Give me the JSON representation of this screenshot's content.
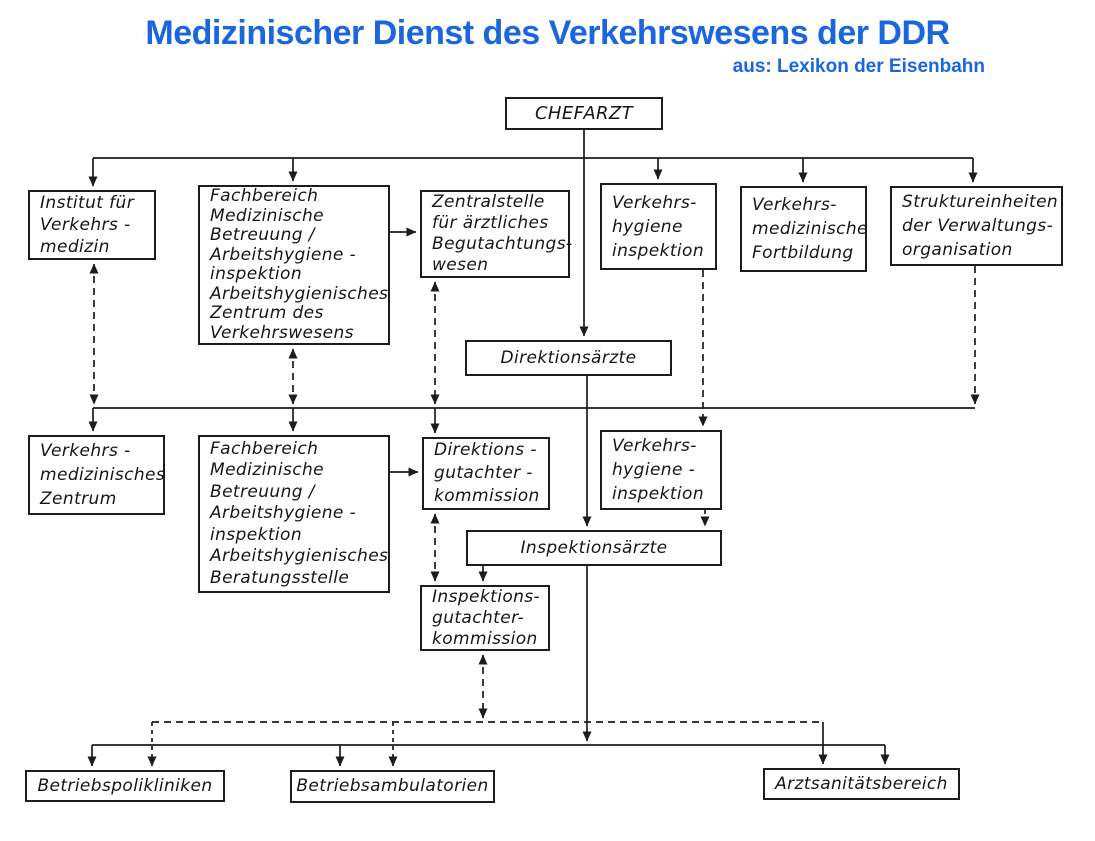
{
  "header": {
    "title": "Medizinischer Dienst des Verkehrswesens der DDR",
    "subtitle": "aus: Lexikon der Eisenbahn"
  },
  "colors": {
    "title_blue": "#1a66e0",
    "ink": "#1c1c1c",
    "paper": "#ffffff"
  },
  "nodes": {
    "chefarzt": {
      "label": "CHEFARZT"
    },
    "institut": {
      "label": "Institut für\nVerkehrs -\nmedizin"
    },
    "fachbereich1": {
      "label": "Fachbereich\nMedizinische\nBetreuung /\nArbeitshygiene -\ninspektion\nArbeitshygienisches\nZentrum des\nVerkehrswesens"
    },
    "zentralstelle": {
      "label": "Zentralstelle\nfür ärztliches\nBegutachtungs-\nwesen"
    },
    "verkehrshygiene_inspektion_oben": {
      "label": "Verkehrs-\nhygiene\ninspektion"
    },
    "verkehrsmedizinische_fortbildung": {
      "label": "Verkehrs-\nmedizinische\nFortbildung"
    },
    "struktureinheiten": {
      "label": "Struktureinheiten\nder Verwaltungs-\norganisation"
    },
    "direktionsaerzte": {
      "label": "Direktionsärzte"
    },
    "verkehrsmedizinisches_zentrum": {
      "label": "Verkehrs -\nmedizinisches\nZentrum"
    },
    "fachbereich2": {
      "label": "Fachbereich\nMedizinische\nBetreuung /\nArbeitshygiene -\ninspektion\nArbeitshygienisches\nBeratungsstelle"
    },
    "direktionsgutachterkommission": {
      "label": "Direktions -\ngutachter -\nkommission"
    },
    "verkehrshygiene_inspektion_unten": {
      "label": "Verkehrs-\nhygiene -\ninspektion"
    },
    "inspektionsaerzte": {
      "label": "Inspektionsärzte"
    },
    "inspektionsgutachterkommission": {
      "label": "Inspektions-\ngutachter-\nkommission"
    },
    "betriebspolikliniken": {
      "label": "Betriebspolikliniken"
    },
    "betriebsambulatorien": {
      "label": "Betriebsambulatorien"
    },
    "arztsanitaetsbereich": {
      "label": "Arztsanitätsbereich"
    }
  }
}
